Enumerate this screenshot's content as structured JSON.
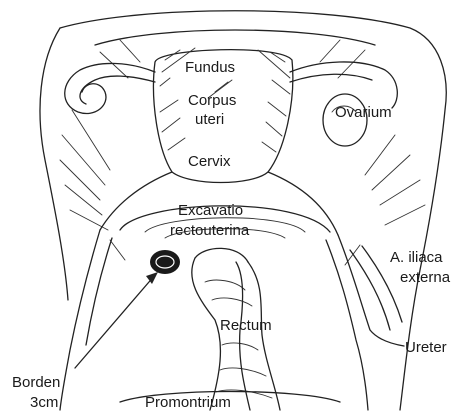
{
  "labels": {
    "fundus": "Fundus",
    "corpus_line1": "Corpus",
    "corpus_line2": "uteri",
    "ovarium": "Ovarium",
    "cervix": "Cervix",
    "excavatio_line1": "Excavatio",
    "excavatio_line2": "rectouterina",
    "iliaca_line1": "A. iliaca",
    "iliaca_line2": "externa",
    "rectum": "Rectum",
    "ureter": "Ureter",
    "borden_line1": "Borden",
    "borden_line2": "3cm",
    "promontrium": "Promontrium"
  }
}
